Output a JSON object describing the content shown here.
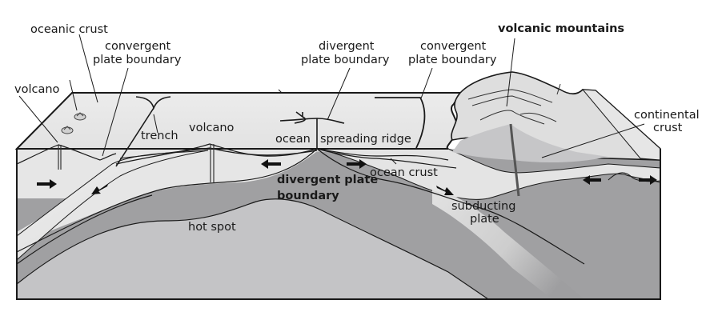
{
  "diagram": {
    "title": "Plate tectonics cross-section",
    "labels": {
      "oceanic_crust": "oceanic crust",
      "convergent_left_1": "convergent",
      "convergent_left_2": "plate boundary",
      "volcano_left": "volcano",
      "trench": "trench",
      "volcano_mid": "volcano",
      "divergent_top_1": "divergent",
      "divergent_top_2": "plate boundary",
      "ocean": "ocean",
      "spreading_ridge": "spreading ridge",
      "convergent_right_1": "convergent",
      "convergent_right_2": "plate boundary",
      "volcanic_mountains": "volcanic mountains",
      "continental_1": "continental",
      "continental_2": "crust",
      "divergent_bold_1": "divergent plate",
      "divergent_bold_2": "boundary",
      "ocean_crust": "ocean crust",
      "subducting_1": "subducting",
      "subducting_2": "plate",
      "hot_spot": "hot spot"
    },
    "arrows": [
      {
        "id": "left-plate-right",
        "direction": "right"
      },
      {
        "id": "subducting-left-down",
        "direction": "down-left"
      },
      {
        "id": "ridge-left",
        "direction": "left"
      },
      {
        "id": "ridge-right",
        "direction": "right"
      },
      {
        "id": "subducting-right-down",
        "direction": "down-right"
      },
      {
        "id": "rift-left",
        "direction": "left"
      },
      {
        "id": "rift-right",
        "direction": "right"
      }
    ],
    "colors": {
      "surface": "#e8e8e8",
      "ocean_water": "#dcdcdc",
      "crust": "#e4e4e4",
      "lithosphere": "#a0a0a2",
      "mantle": "#c4c4c6",
      "mountain": "#dedede",
      "outline": "#1a1a1a"
    }
  }
}
